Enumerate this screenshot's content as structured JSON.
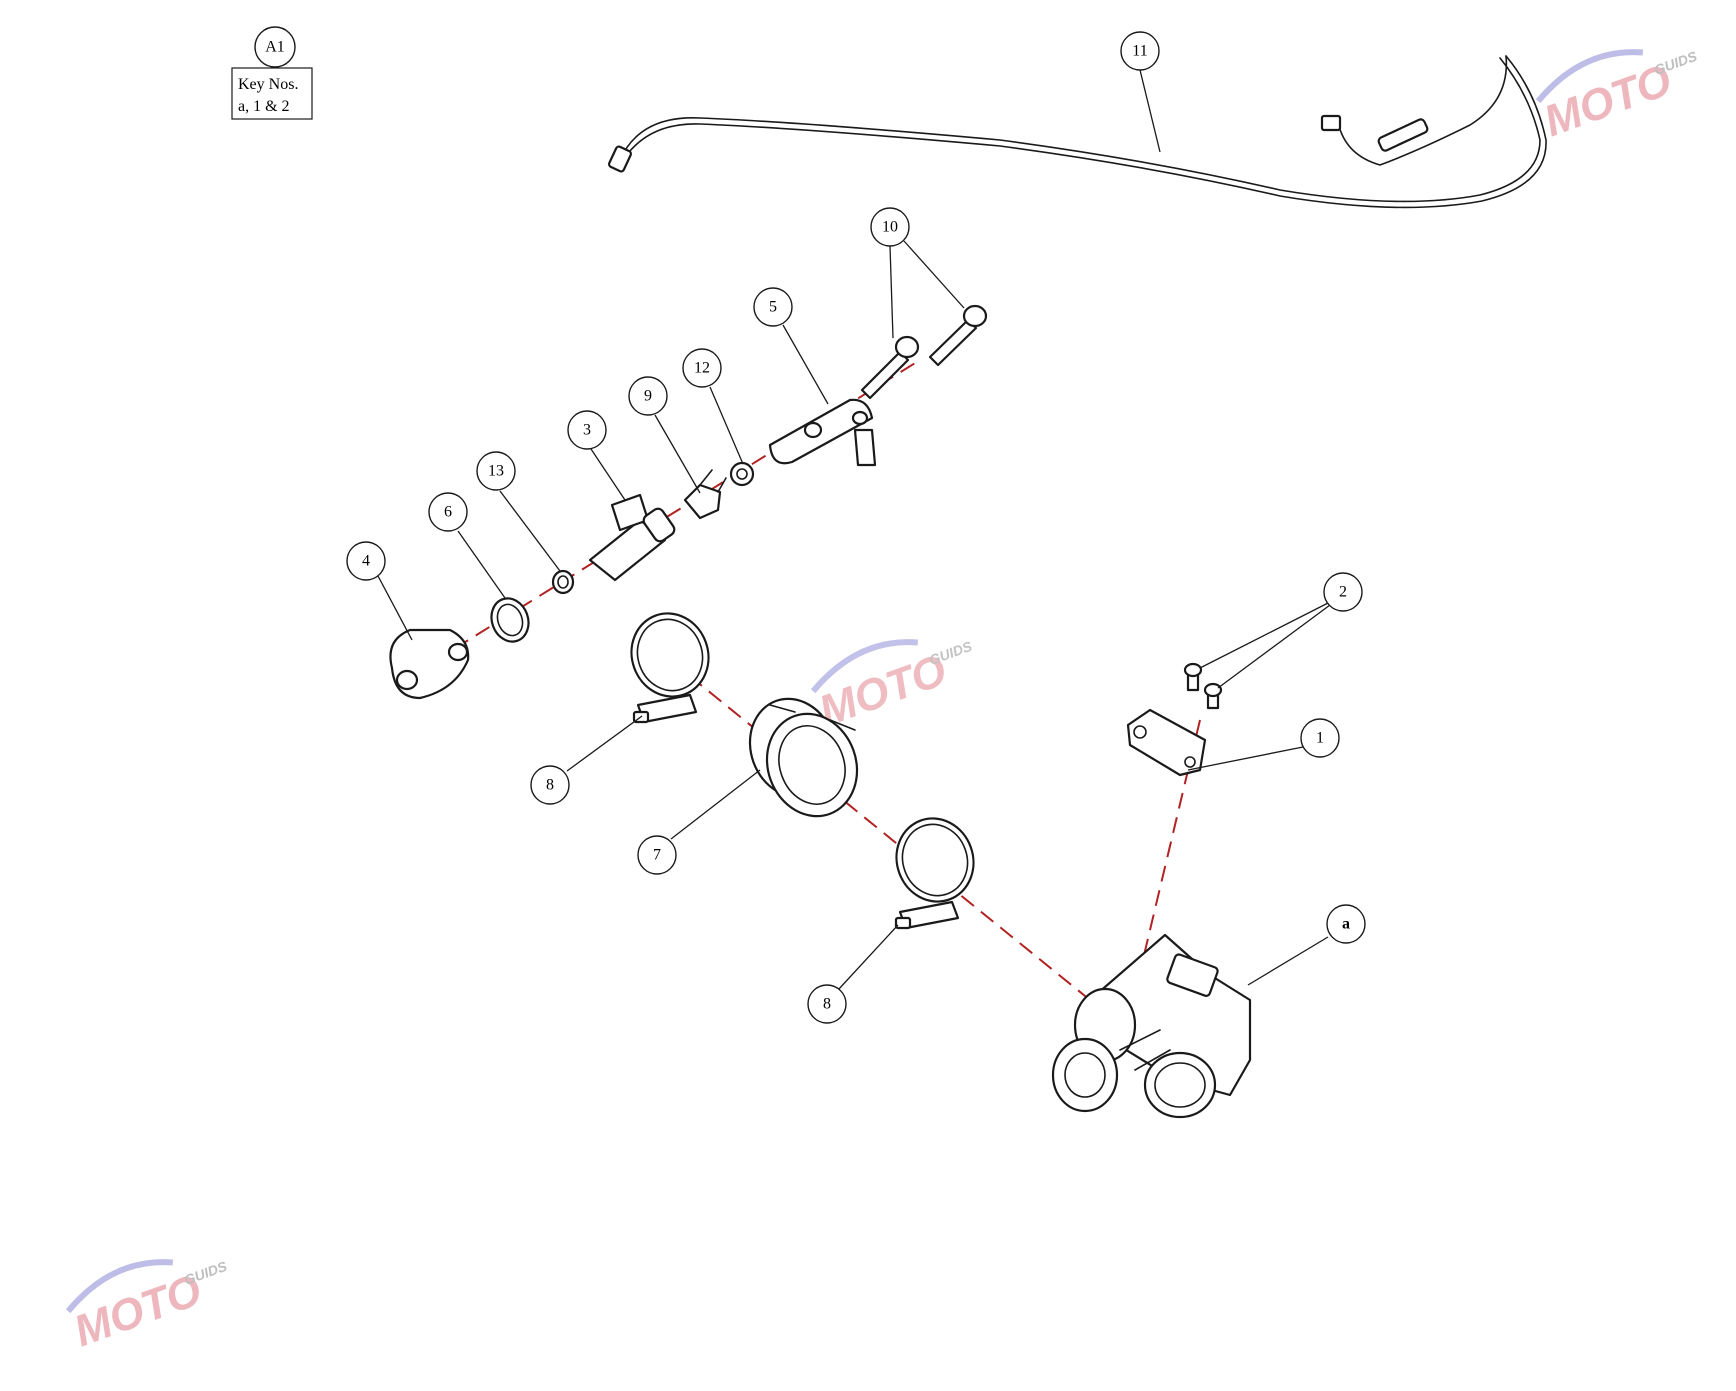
{
  "key_box": {
    "badge": "A1",
    "line1": "Key Nos.",
    "line2": "a, 1 & 2"
  },
  "callouts": {
    "c1": "1",
    "c2": "2",
    "c3": "3",
    "c4": "4",
    "c5": "5",
    "c6": "6",
    "c7": "7",
    "c8a": "8",
    "c8b": "8",
    "c9": "9",
    "c10": "10",
    "c11": "11",
    "c12": "12",
    "c13": "13",
    "ca": "a"
  },
  "watermark": {
    "brand": "MOTO",
    "sub": "GUIDS"
  },
  "colors": {
    "line": "#1a1a1a",
    "axis": "#b22222",
    "watermark_red": "#e8a0a8",
    "watermark_blue": "#a8a8e0"
  }
}
